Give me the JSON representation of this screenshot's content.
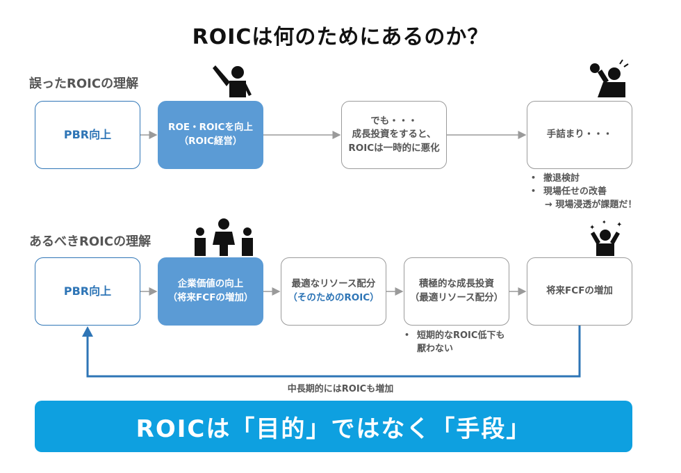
{
  "title": "ROICは何のためにあるのか？",
  "wrong": {
    "label": "誤ったROICの理解",
    "box1": "PBR向上",
    "box2": [
      "ROE・ROICを向上",
      "（ROIC経営）"
    ],
    "box3": [
      "でも・・・",
      "成長投資をすると、",
      "ROICは一時的に悪化"
    ],
    "box4": "手詰まり・・・",
    "bullets": [
      "撤退検討",
      "現場任せの改善"
    ],
    "sub_note": "→  現場浸透が課題だ！"
  },
  "right": {
    "label": "あるべきROICの理解",
    "box1": "PBR向上",
    "box2": [
      "企業価値の向上",
      "（将来FCFの増加）"
    ],
    "box3": [
      "最適なリソース配分",
      "（そのためのROIC）"
    ],
    "box4": [
      "積極的な成長投資",
      "（最適リソース配分）"
    ],
    "box5": "将来FCFの増加",
    "bullets": [
      "短期的なROIC低下も",
      "厭わない"
    ],
    "loop_label": "中長期的にはROICも増加"
  },
  "banner": "ROICは「目的」ではなく「手段」",
  "colors": {
    "accent_blue": "#2e75b6",
    "filled_box": "#5b9bd5",
    "banner": "#0ea0e0",
    "arrow_gray": "#9a9a9a"
  },
  "icons": [
    "person-raising-hand-icon",
    "person-frustrated-icon",
    "business-team-icon",
    "person-celebrating-icon"
  ]
}
